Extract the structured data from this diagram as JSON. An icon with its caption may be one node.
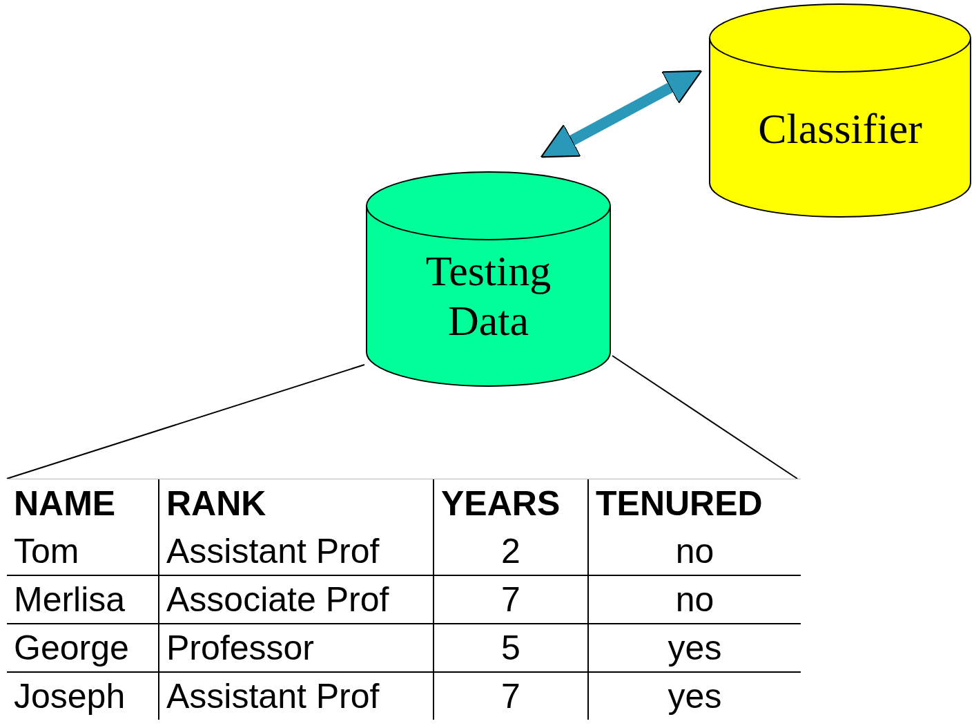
{
  "diagram": {
    "nodes": [
      {
        "text": [
          "Testing Data"
        ]
      },
      {
        "text": [
          "Classifier"
        ]
      },
      {
        "text": [],
        "shape": "box"
      }
    ],
    "edges": [
      {
        "from": 0,
        "to": 1,
        "arrow": "both",
        "style": "thick",
        "color": "#2a98b8"
      },
      {
        "from": 0,
        "to": 2,
        "arrow": "none"
      },
      {
        "from": 0,
        "to": 2,
        "arrow": "none"
      }
    ],
    "labels": [
      "NAME",
      "RANK",
      "YEARS",
      "TENURED",
      "Tom",
      "Assistant Prof",
      "2",
      "no",
      "Merlisa",
      "Associate Prof",
      "7",
      "no",
      "George",
      "Professor",
      "5",
      "yes",
      "Joseph",
      "Assistant Prof",
      "7",
      "yes"
    ]
  }
}
